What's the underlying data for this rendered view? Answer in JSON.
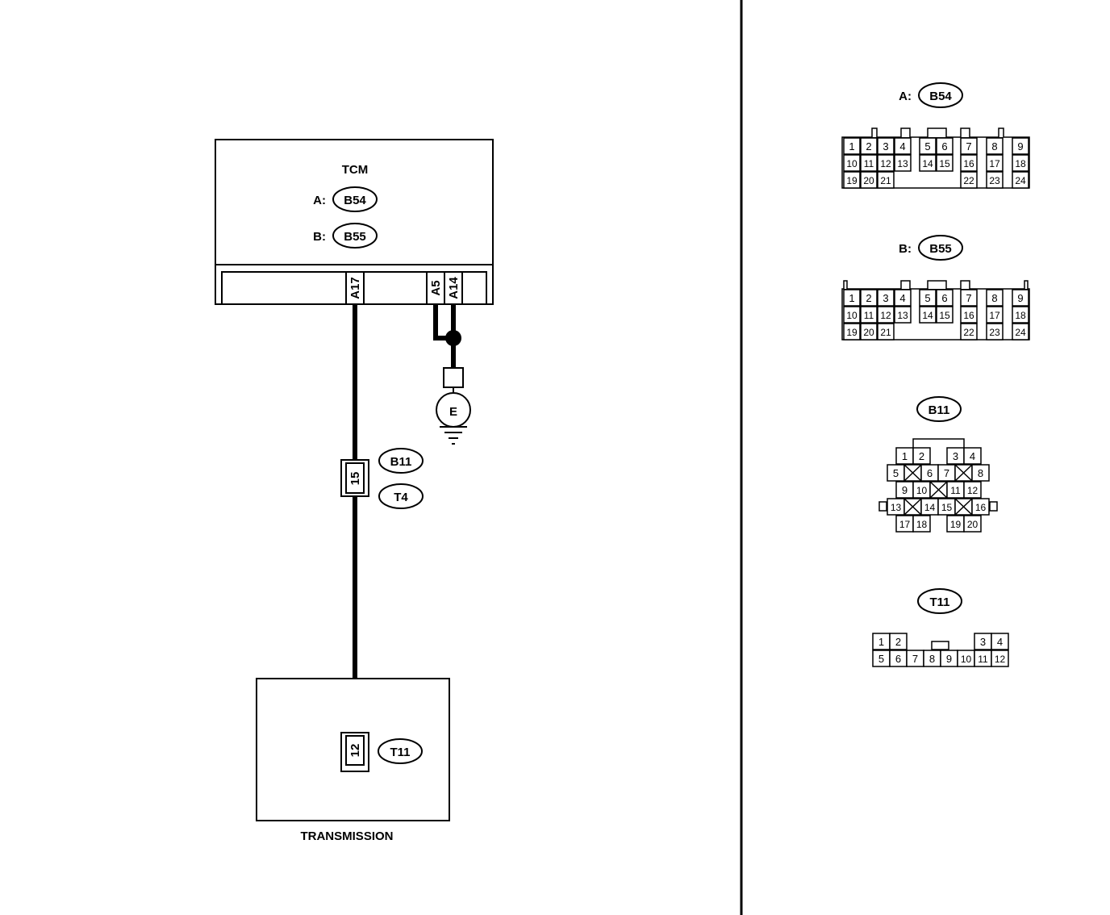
{
  "tcm": {
    "title": "TCM",
    "connector_a_prefix": "A:",
    "connector_a_id": "B54",
    "connector_b_prefix": "B:",
    "connector_b_id": "B55",
    "terminal_a17": "A17",
    "terminal_a5": "A5",
    "terminal_a14": "A14"
  },
  "ground": {
    "symbol_label": "E"
  },
  "joint": {
    "pin": "15",
    "connector_top": "B11",
    "connector_bottom": "T4"
  },
  "transmission": {
    "label": "TRANSMISSION",
    "pin": "12",
    "connector_id": "T11"
  },
  "connector_views": {
    "b54": {
      "prefix": "A:",
      "id": "B54",
      "pins": [
        "1",
        "2",
        "3",
        "4",
        "5",
        "6",
        "7",
        "8",
        "9",
        "10",
        "11",
        "12",
        "13",
        "14",
        "15",
        "16",
        "17",
        "18",
        "19",
        "20",
        "21",
        "22",
        "23",
        "24"
      ]
    },
    "b55": {
      "prefix": "B:",
      "id": "B55",
      "pins": [
        "1",
        "2",
        "3",
        "4",
        "5",
        "6",
        "7",
        "8",
        "9",
        "10",
        "11",
        "12",
        "13",
        "14",
        "15",
        "16",
        "17",
        "18",
        "19",
        "20",
        "21",
        "22",
        "23",
        "24"
      ]
    },
    "b11": {
      "id": "B11",
      "pins": [
        "1",
        "2",
        "3",
        "4",
        "5",
        "6",
        "7",
        "8",
        "9",
        "10",
        "11",
        "12",
        "13",
        "14",
        "15",
        "16",
        "17",
        "18",
        "19",
        "20"
      ]
    },
    "t11": {
      "id": "T11",
      "pins": [
        "1",
        "2",
        "3",
        "4",
        "5",
        "6",
        "7",
        "8",
        "9",
        "10",
        "11",
        "12"
      ]
    }
  }
}
